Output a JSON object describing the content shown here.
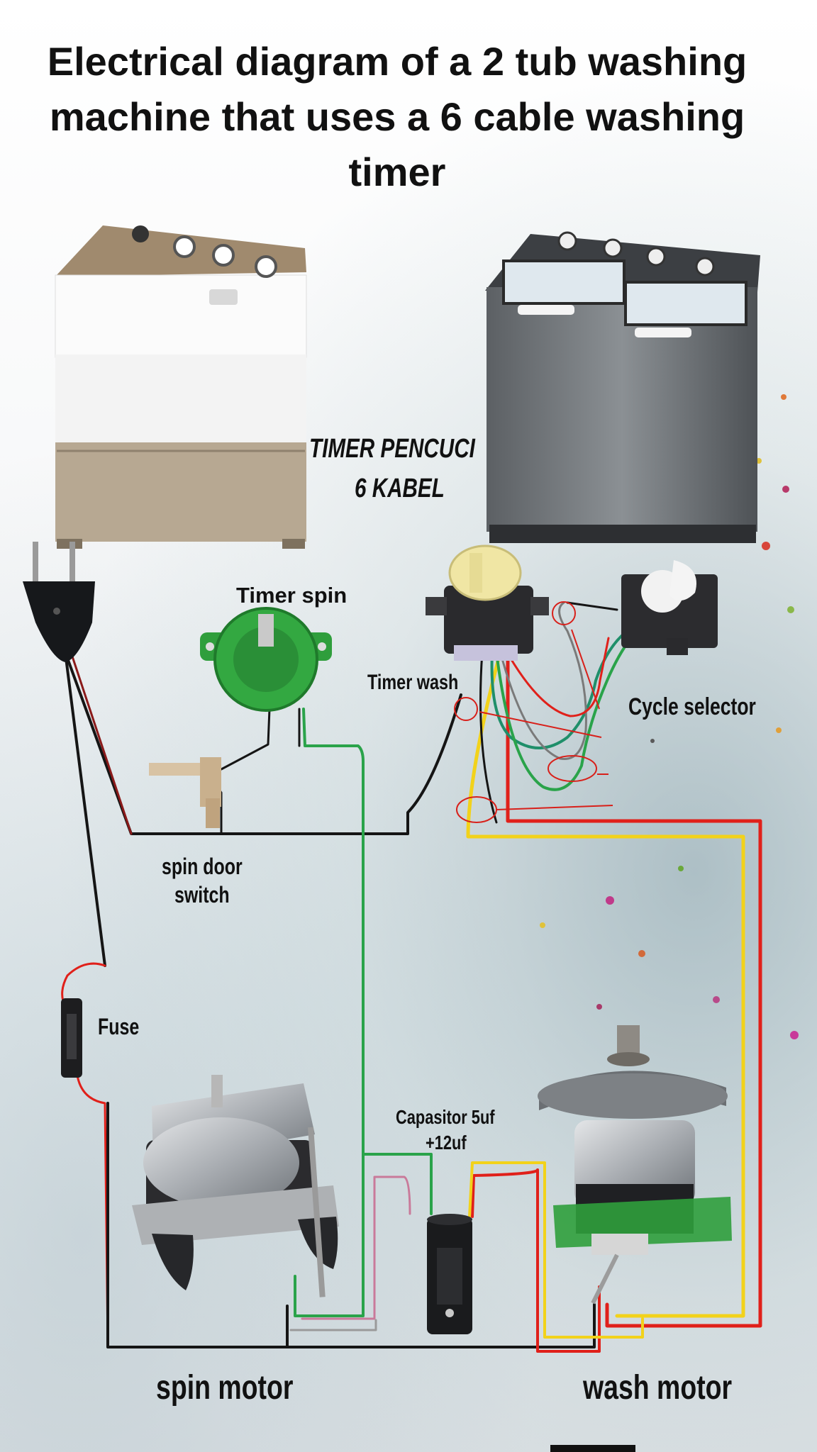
{
  "title": "Electrical diagram of a 2 tub washing machine that uses a 6 cable washing timer",
  "labels": {
    "timer_pencuci_line1": "TIMER PENCUCI",
    "timer_pencuci_line2": "6 KABEL",
    "timer_spin": "Timer spin",
    "timer_wash": "Timer wash",
    "cycle_selector": "Cycle selector",
    "spin_door_switch_line1": "spin door",
    "spin_door_switch_line2": "switch",
    "fuse": "Fuse",
    "capacitor_line1": "Capasitor 5uf",
    "capacitor_line2": "+12uf",
    "spin_motor": "spin motor",
    "wash_motor": "wash motor"
  },
  "colors": {
    "wire_black": "#151515",
    "wire_red": "#e0201a",
    "wire_yellow": "#f2d21a",
    "wire_green": "#2aa34a",
    "wire_pink": "#c97a9a",
    "timer_green": "#2f9e3c"
  }
}
